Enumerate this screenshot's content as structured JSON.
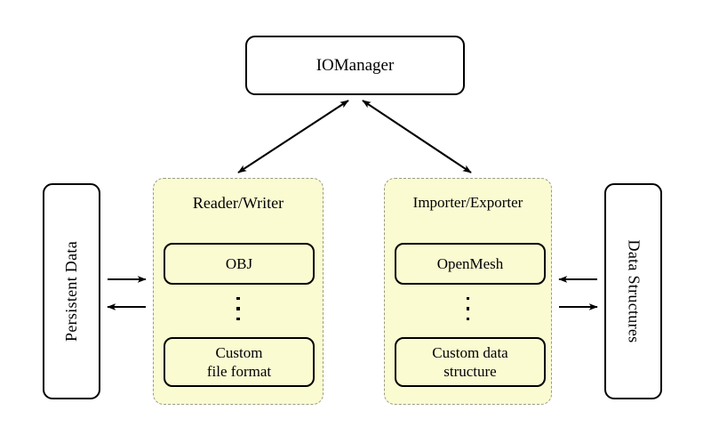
{
  "diagram": {
    "title_node": {
      "label": "IOManager"
    },
    "left_endpoint": {
      "label": "Persistent Data"
    },
    "right_endpoint": {
      "label": "Data Structures"
    },
    "groups": [
      {
        "name": "reader-writer",
        "title": "Reader/Writer",
        "items": [
          {
            "label": "OBJ"
          },
          {
            "label": "Custom\nfile format",
            "line1": "Custom",
            "line2": "file format"
          }
        ],
        "ellipsis": "⋮"
      },
      {
        "name": "importer-exporter",
        "title": "Importer/Exporter",
        "items": [
          {
            "label": "OpenMesh"
          },
          {
            "label": "Custom data\nstructure",
            "line1": "Custom data",
            "line2": "structure"
          }
        ],
        "ellipsis": "⋮"
      }
    ],
    "connections": [
      {
        "from": "IOManager",
        "to": "Reader/Writer",
        "style": "double-headed-diagonal"
      },
      {
        "from": "IOManager",
        "to": "Importer/Exporter",
        "style": "double-headed-diagonal"
      },
      {
        "from": "Persistent Data",
        "to": "Reader/Writer",
        "style": "arrow-right"
      },
      {
        "from": "Reader/Writer",
        "to": "Persistent Data",
        "style": "arrow-left"
      },
      {
        "from": "Data Structures",
        "to": "Importer/Exporter",
        "style": "arrow-left"
      },
      {
        "from": "Importer/Exporter",
        "to": "Data Structures",
        "style": "arrow-right"
      }
    ],
    "colors": {
      "group_fill": "#FBFBD2",
      "group_border": "#9A9A8F",
      "node_border": "#000000",
      "canvas": "#FFFFFF",
      "arrow": "#000000"
    }
  }
}
